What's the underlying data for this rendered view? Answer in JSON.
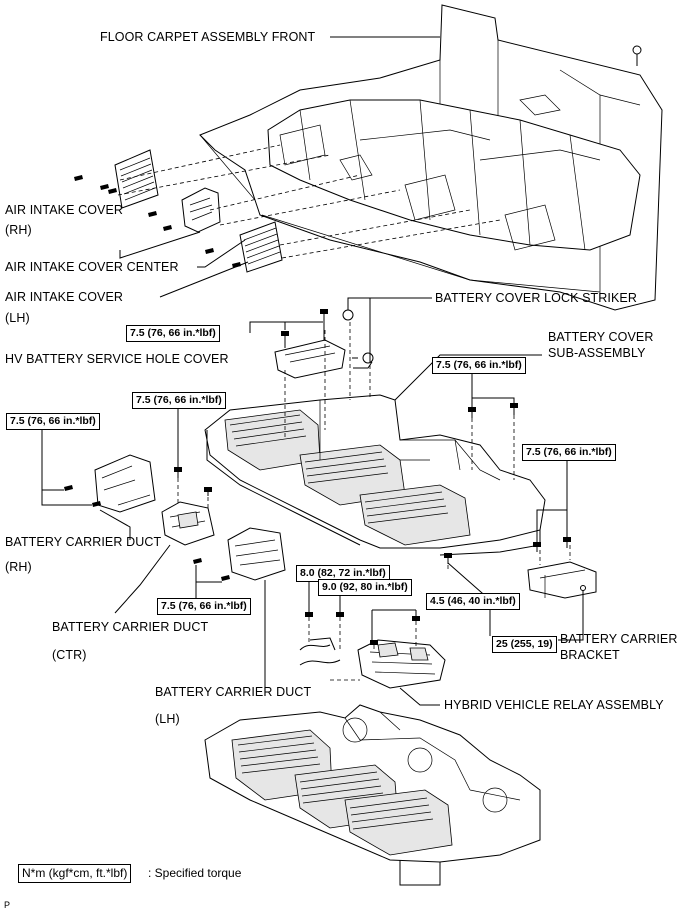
{
  "labels": {
    "floor_carpet": "FLOOR CARPET ASSEMBLY FRONT",
    "air_intake_cover_rh": "AIR INTAKE COVER",
    "rh_1": "(RH)",
    "air_intake_cover_center": "AIR INTAKE COVER CENTER",
    "air_intake_cover_lh": "AIR INTAKE COVER",
    "lh_1": "(LH)",
    "battery_cover_lock_striker": "BATTERY COVER LOCK STRIKER",
    "battery_cover_line1": "BATTERY COVER",
    "battery_cover_line2": "SUB-ASSEMBLY",
    "hv_service_hole_cover": "HV BATTERY SERVICE HOLE COVER",
    "battery_carrier_duct_rh": "BATTERY CARRIER DUCT",
    "rh_2": "(RH)",
    "battery_carrier_duct_ctr": "BATTERY CARRIER DUCT",
    "ctr": "(CTR)",
    "battery_carrier_duct_lh": "BATTERY CARRIER DUCT",
    "lh_2": "(LH)",
    "battery_carrier_bracket_line1": "BATTERY CARRIER",
    "battery_carrier_bracket_line2": "BRACKET",
    "hybrid_relay": "HYBRID VEHICLE RELAY ASSEMBLY"
  },
  "torques": {
    "service_hole_cover": "7.5 (76, 66 in.*lbf)",
    "battery_cover_right": "7.5 (76, 66 in.*lbf)",
    "duct_rh": "7.5 (76, 66 in.*lbf)",
    "duct_ctr_top": "7.5 (76, 66 in.*lbf)",
    "bracket": "7.5 (76, 66 in.*lbf)",
    "duct_lh": "7.5 (76, 66 in.*lbf)",
    "relay_left": "8.0 (82, 72 in.*lbf)",
    "relay_mid": "9.0 (92, 80 in.*lbf)",
    "relay_right": "4.5 (46, 40 in.*lbf)",
    "bracket_bolt": "25 (255, 19)"
  },
  "legend": {
    "box": "N*m (kgf*cm, ft.*lbf)",
    "text": ": Specified torque"
  },
  "page_mark": "P"
}
